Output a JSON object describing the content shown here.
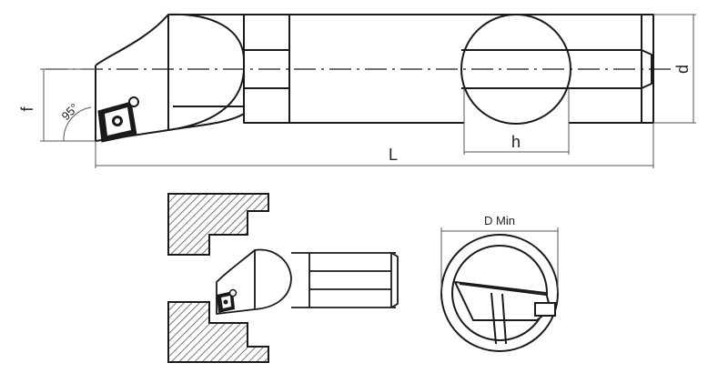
{
  "labels": {
    "f": "f",
    "angle": "95°",
    "h": "h",
    "d": "d",
    "L": "L",
    "d_min": "D Min"
  },
  "colors": {
    "line": "#1a1a1a",
    "hatch": "#555555",
    "background": "#ffffff"
  }
}
